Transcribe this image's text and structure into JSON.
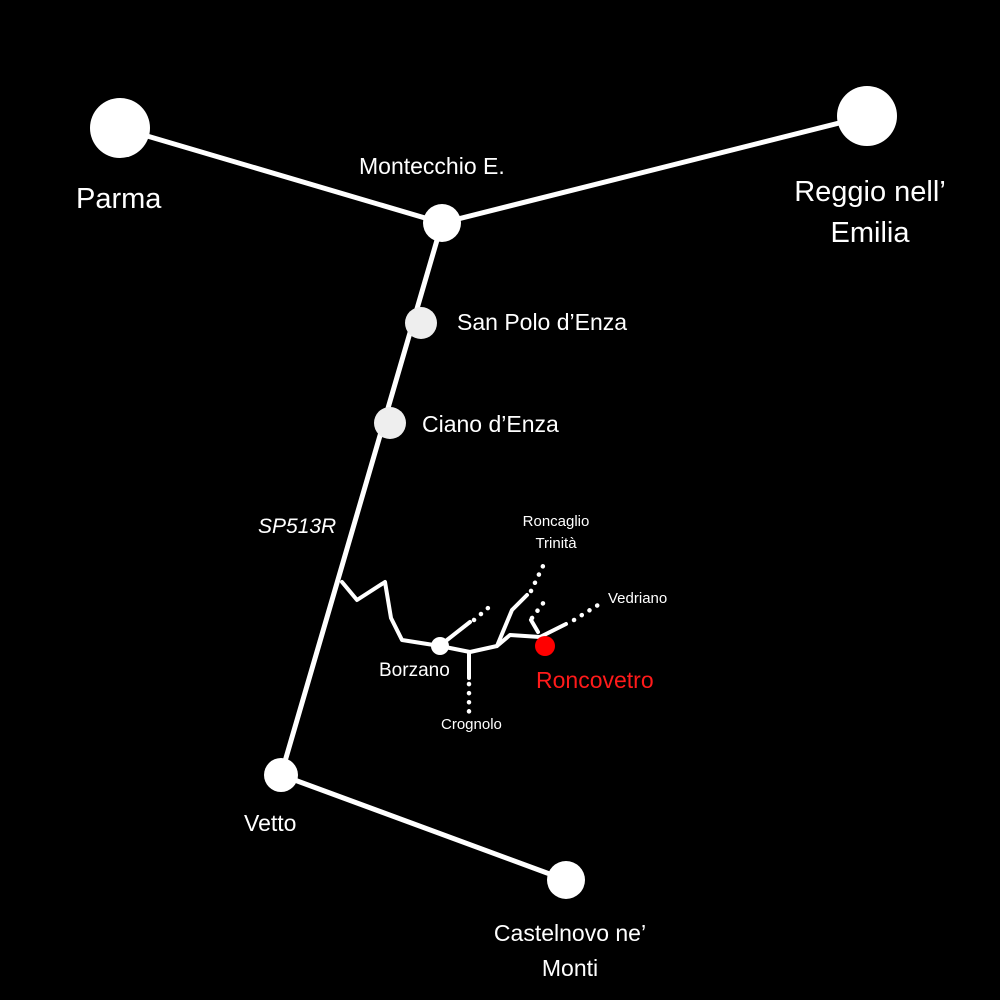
{
  "places": {
    "parma": "Parma",
    "reggio_1": "Reggio nell’",
    "reggio_2": "Emilia",
    "montecchio": "Montecchio E.",
    "san_polo": "San Polo d’Enza",
    "ciano": "Ciano d’Enza",
    "roncaglio_1": "Roncaglio",
    "roncaglio_2": "Trinità",
    "vedriano": "Vedriano",
    "borzano": "Borzano",
    "roncovetro": "Roncovetro",
    "crognolo": "Crognolo",
    "vetto": "Vetto",
    "castelnovo_1": "Castelnovo ne’",
    "castelnovo_2": "Monti"
  },
  "road": {
    "label": "SP513R"
  },
  "colors": {
    "background": "#000000",
    "road": "#ffffff",
    "node": "#ffffff",
    "highlight": "#ff0000"
  }
}
